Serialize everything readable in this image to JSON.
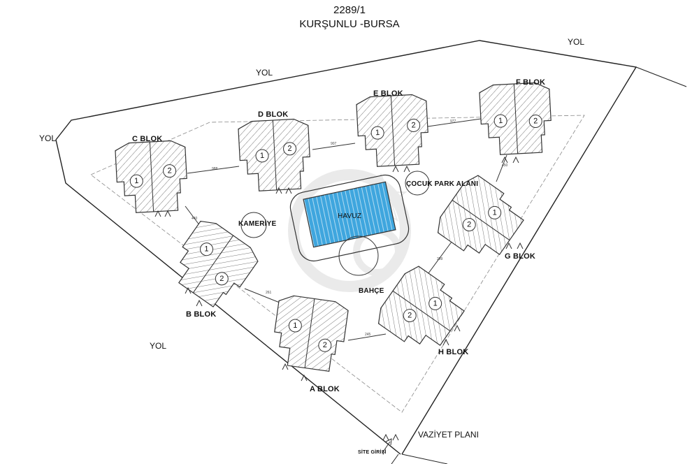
{
  "header": {
    "parcel_no": "2289/1",
    "location": "KURŞUNLU -BURSA"
  },
  "roads": {
    "top_right": "YOL",
    "top": "YOL",
    "left": "YOL",
    "bottom_left": "YOL"
  },
  "blocks": [
    {
      "id": "A",
      "label": "A BLOK",
      "units": [
        "1",
        "2"
      ]
    },
    {
      "id": "B",
      "label": "B BLOK",
      "units": [
        "1",
        "2"
      ]
    },
    {
      "id": "C",
      "label": "C BLOK",
      "units": [
        "1",
        "2"
      ]
    },
    {
      "id": "D",
      "label": "D BLOK",
      "units": [
        "1",
        "2"
      ]
    },
    {
      "id": "E",
      "label": "E BLOK",
      "units": [
        "1",
        "2"
      ]
    },
    {
      "id": "F",
      "label": "F BLOK",
      "units": [
        "1",
        "2"
      ]
    },
    {
      "id": "G",
      "label": "G BLOK",
      "units": [
        "2",
        "1"
      ]
    },
    {
      "id": "H",
      "label": "H BLOK",
      "units": [
        "2",
        "1"
      ]
    }
  ],
  "amenities": {
    "pool": "HAVUZ",
    "gazebo": "KAMERİYE",
    "playground": "ÇOCUK PARK ALANI",
    "garden": "BAHÇE"
  },
  "site_entrance": "SİTE GİRİŞİ",
  "caption": "VAZİYET PLANI",
  "dimensions": [
    "988",
    "907",
    "977",
    "450",
    "440",
    "261",
    "245",
    "299"
  ],
  "colors": {
    "pool_fill": "#3fa6de",
    "line": "#333333",
    "watermark": "#d9d9d9"
  }
}
